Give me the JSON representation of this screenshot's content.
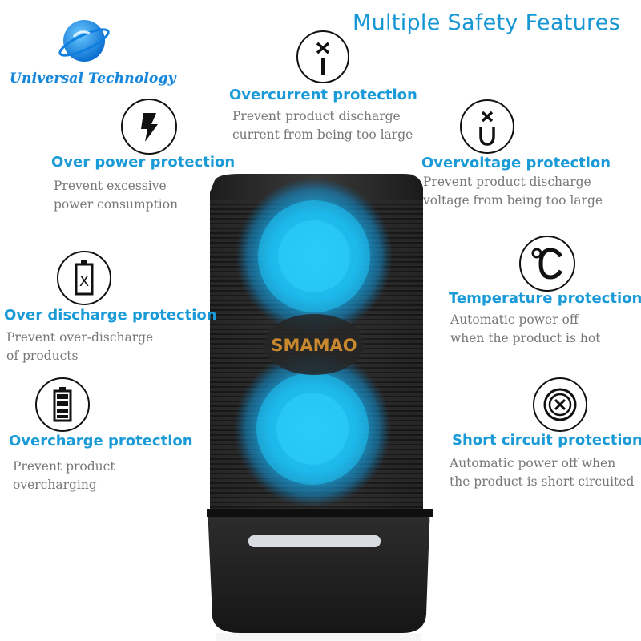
{
  "brand": {
    "logo_text": "Universal Technology",
    "accent_color": "#1597d6"
  },
  "page": {
    "title": "Multiple Safety Features"
  },
  "product": {
    "brand_label": "SMAMAO",
    "glow_color": "#1ec3f5"
  },
  "features": {
    "overcurrent": {
      "icon": "current-i-icon",
      "title": "Overcurrent protection",
      "desc_line1": "Prevent product discharge",
      "desc_line2": "current from being too large"
    },
    "over_power": {
      "icon": "lightning-bolt-icon",
      "title": "Over power protection",
      "desc_line1": "Prevent excessive",
      "desc_line2": "power consumption"
    },
    "overvoltage": {
      "icon": "voltage-u-icon",
      "title": "Overvoltage protection",
      "desc_line1": "Prevent product discharge",
      "desc_line2": "voltage from being too large"
    },
    "over_discharge": {
      "icon": "battery-x-icon",
      "title": "Over discharge protection",
      "desc_line1": "Prevent over-discharge",
      "desc_line2": "of products"
    },
    "temperature": {
      "icon": "celsius-icon",
      "title": "Temperature protection",
      "desc_line1": "Automatic power off",
      "desc_line2": "when the product is hot"
    },
    "overcharge": {
      "icon": "full-battery-icon",
      "title": "Overcharge protection",
      "desc_line1": "Prevent product",
      "desc_line2": "overcharging"
    },
    "short_circuit": {
      "icon": "circled-x-icon",
      "title": "Short circuit protection",
      "desc_line1": "Automatic power off when",
      "desc_line2": "the product is short circuited"
    }
  }
}
